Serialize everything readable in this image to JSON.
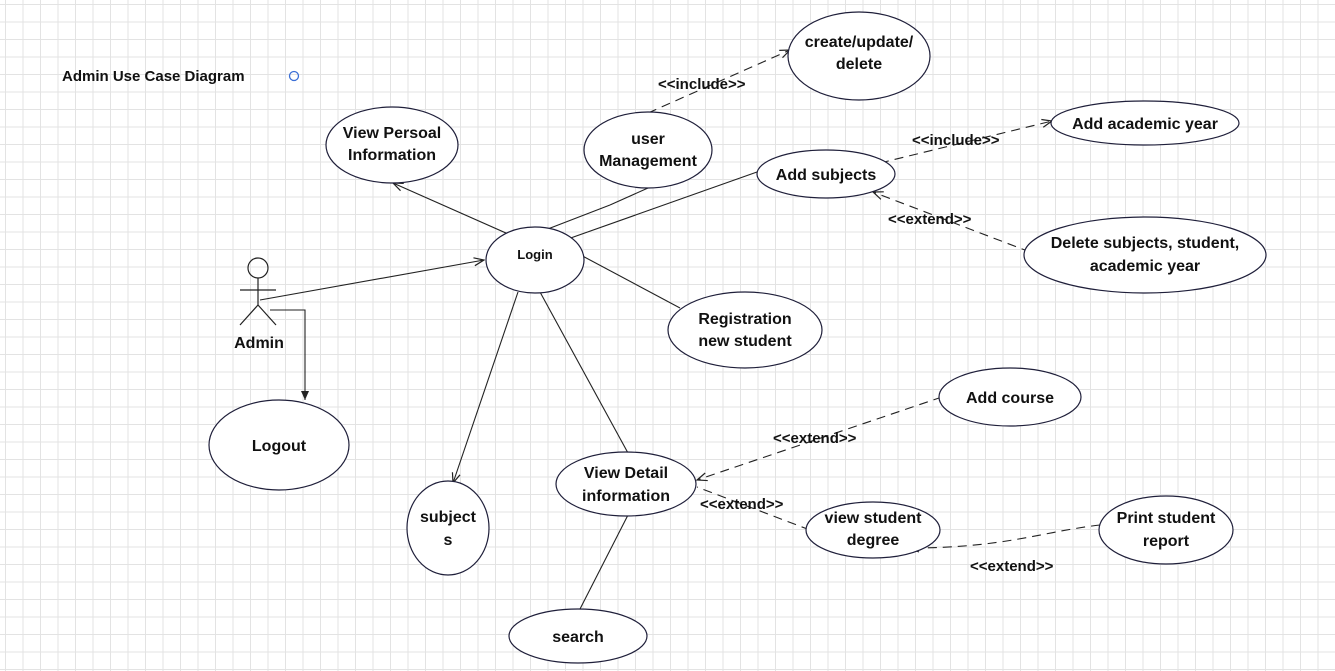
{
  "diagram": {
    "title": "Admin Use Case Diagram",
    "actor": {
      "name": "Admin"
    },
    "use_cases": {
      "login": "Login",
      "view_personal_information": [
        "View Persoal",
        "Information"
      ],
      "user_management": [
        "user",
        "Management"
      ],
      "create_update_delete": [
        "create/update/",
        "delete"
      ],
      "add_subjects": "Add subjects",
      "add_academic_year": "Add academic year",
      "delete_subjects": [
        "Delete subjects, student,",
        "academic year"
      ],
      "registration_new_student": [
        "Registration",
        "new student"
      ],
      "logout": "Logout",
      "subjects": [
        "subject",
        "s"
      ],
      "view_detail_information": [
        "View Detail",
        "information"
      ],
      "search": "search",
      "add_course": "Add course",
      "view_student_degree": [
        "view student",
        "degree"
      ],
      "print_student_report": [
        "Print student",
        "report"
      ]
    },
    "relationships": {
      "include_create_update": "<<include>>",
      "include_academic_year": "<<include>>",
      "extend_delete": "<<extend>>",
      "extend_add_course": "<<extend>>",
      "extend_view_degree": "<<extend>>",
      "extend_print_report": "<<extend>>"
    },
    "colors": {
      "title_marker": "#3b6fd6",
      "grid": "#e3e3e3",
      "stroke": "#1f1f3a"
    }
  }
}
